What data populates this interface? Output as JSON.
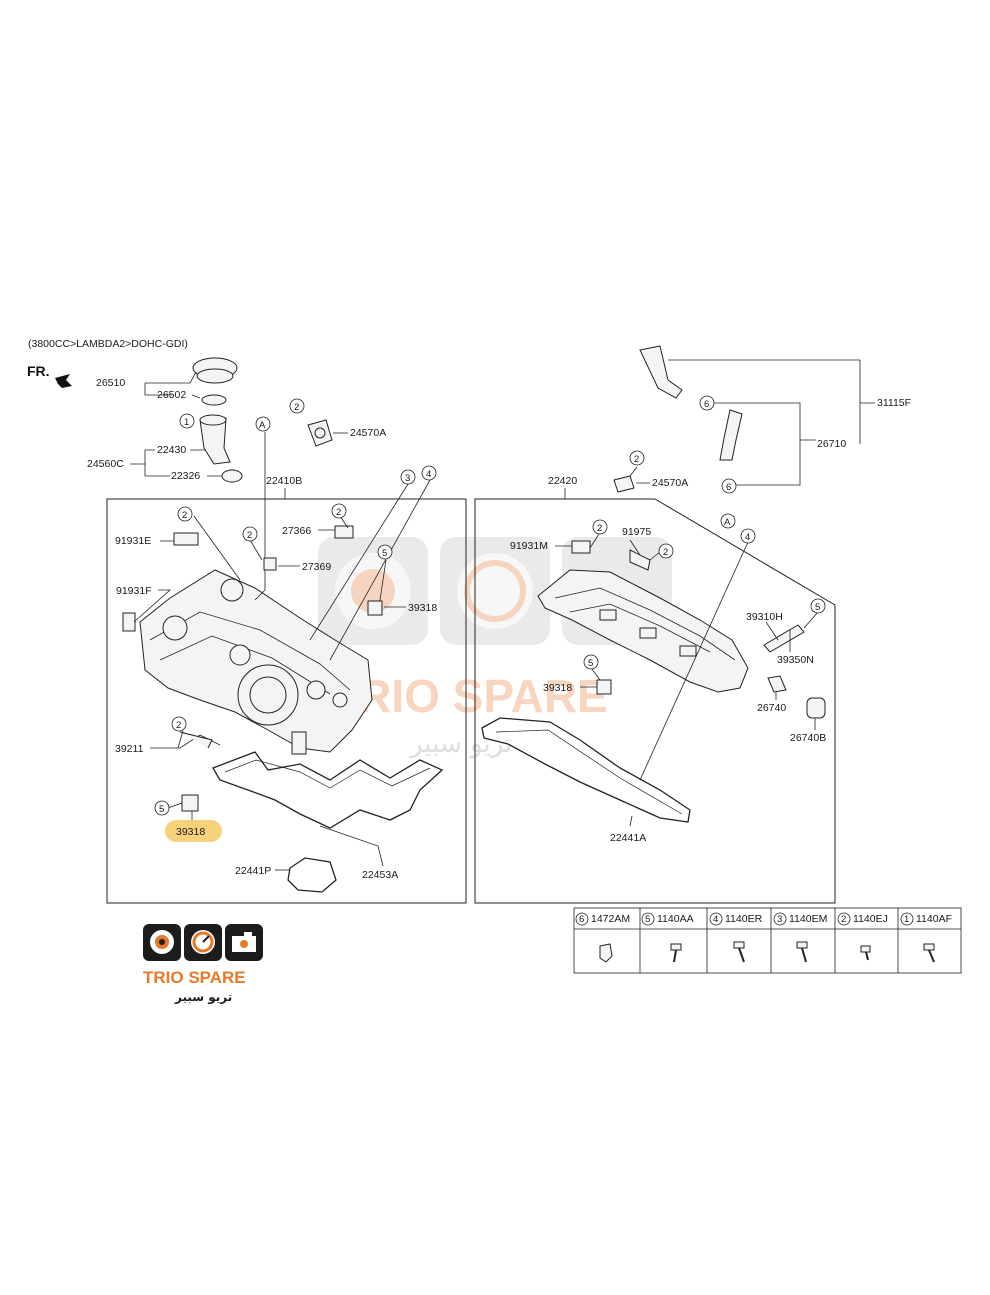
{
  "header": {
    "subtitle": "(3800CC>LAMBDA2>DOHC-GDI)",
    "front_marker": "FR."
  },
  "callouts": {
    "c26510": "26510",
    "c26502": "26502",
    "c24560C": "24560C",
    "c22430": "22430",
    "c22326": "22326",
    "c24570A_l": "24570A",
    "c22410B": "22410B",
    "c91931E": "91931E",
    "c27366": "27366",
    "c27369": "27369",
    "c91931F": "91931F",
    "c39318_l": "39318",
    "c39211": "39211",
    "c39318_hl": "39318",
    "c22441P": "22441P",
    "c22453A": "22453A",
    "c31115F": "31115F",
    "c26710": "26710",
    "c22420": "22420",
    "c24570A_r": "24570A",
    "c91931M": "91931M",
    "c91975": "91975",
    "c39310H": "39310H",
    "c39350N": "39350N",
    "c39318_r": "39318",
    "c26740": "26740",
    "c26740B": "26740B",
    "c22441A": "22441A"
  },
  "circle_refs": {
    "r1": "1",
    "r2a": "2",
    "r2b": "2",
    "r2c": "2",
    "r2d": "2",
    "r2e": "2",
    "r2f": "2",
    "r2g": "2",
    "r3": "3",
    "r4a": "4",
    "r4b": "4",
    "r5a": "5",
    "r5b": "5",
    "r5c": "5",
    "r5d": "5",
    "r6a": "6",
    "r6b": "6",
    "rAa": "A",
    "rAb": "A"
  },
  "fasteners_table": [
    {
      "num": "6",
      "code": "1472AM"
    },
    {
      "num": "5",
      "code": "1140AA"
    },
    {
      "num": "4",
      "code": "1140ER"
    },
    {
      "num": "3",
      "code": "1140EM"
    },
    {
      "num": "2",
      "code": "1140EJ"
    },
    {
      "num": "1",
      "code": "1140AF"
    }
  ],
  "logo": {
    "brand": "TRIO SPARE",
    "arabic": "تريو سبير"
  },
  "watermark": {
    "brand": "TRIO SPARE",
    "arabic": "تريو سبير"
  },
  "colors": {
    "highlight": "#f8d27a",
    "logo_accent": "#e8782a",
    "text": "#1a1a1a"
  }
}
